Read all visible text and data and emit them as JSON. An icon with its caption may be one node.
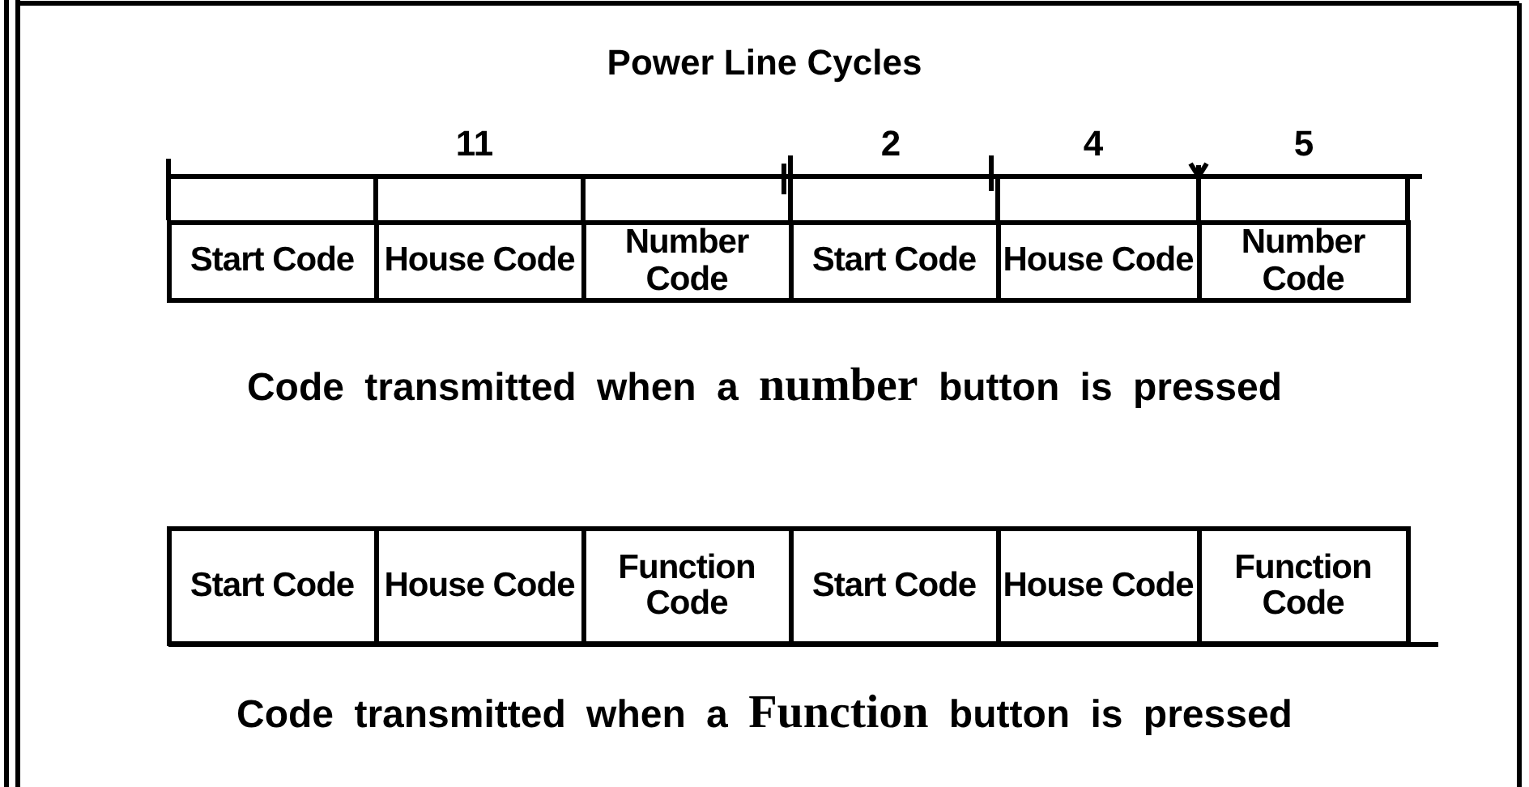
{
  "diagram": {
    "title": "Power Line Cycles",
    "nodes": [
      {
        "text": [
          "Start Code"
        ]
      },
      {
        "text": [
          "House Code"
        ]
      },
      {
        "text": [
          "Number Code"
        ]
      },
      {
        "text": [
          "Start Code"
        ]
      },
      {
        "text": [
          "House Code"
        ]
      },
      {
        "text": [
          "Number Code"
        ]
      },
      {
        "text": [
          "Start Code"
        ]
      },
      {
        "text": [
          "House Code"
        ]
      },
      {
        "text": [
          "Function Code"
        ]
      },
      {
        "text": [
          "Start Code"
        ]
      },
      {
        "text": [
          "House Code"
        ]
      },
      {
        "text": [
          "Function Code"
        ]
      }
    ],
    "edges": [],
    "labels": [
      "11",
      "2",
      "4",
      "5",
      "Code transmitted when a **number** button is pressed",
      "Code transmitted when a **Function** button is pressed"
    ]
  }
}
